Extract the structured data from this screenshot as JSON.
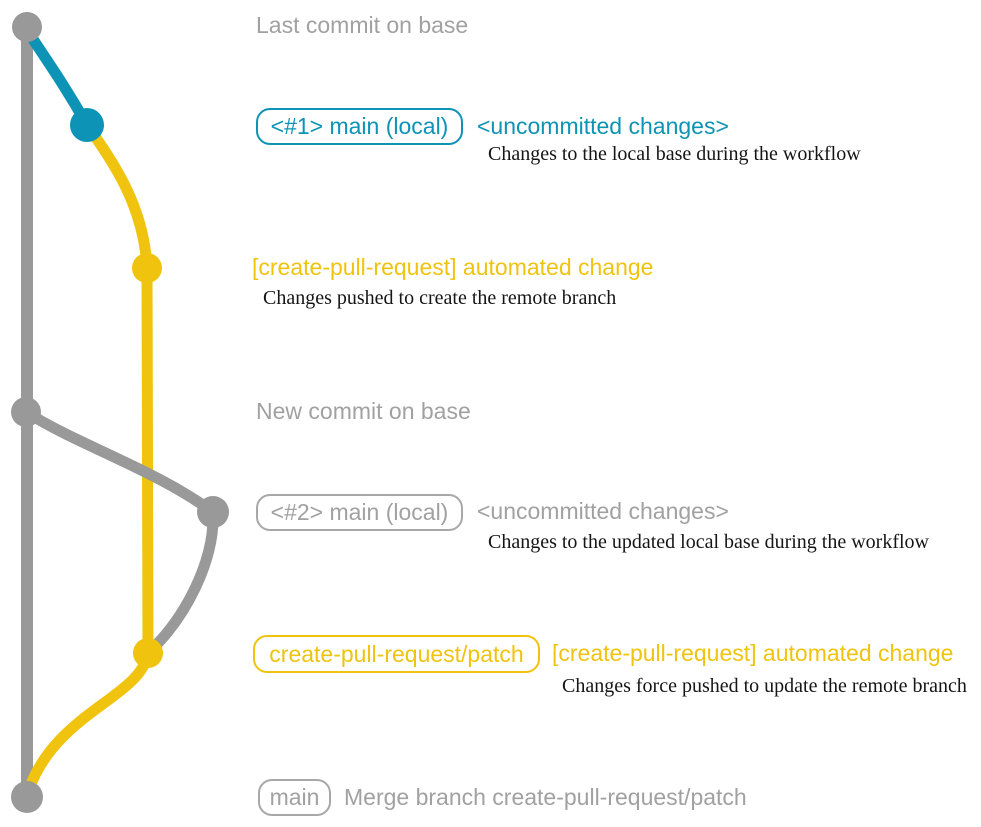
{
  "colors": {
    "gray_line": "#999999",
    "gray_text": "#a1a1a1",
    "blue": "#0d93b5",
    "yellow": "#f0c30e",
    "description_text": "#151515",
    "background": "#ffffff"
  },
  "graph": {
    "type": "git-branch-diagram",
    "branches": [
      {
        "name": "base",
        "color": "#999999"
      },
      {
        "name": "main (local)",
        "color": "#0d93b5"
      },
      {
        "name": "create-pull-request/patch",
        "color": "#f0c30e"
      }
    ],
    "commits": [
      {
        "id": "base-1",
        "color": "#999999",
        "note": "Last commit on base"
      },
      {
        "id": "main-local-1",
        "color": "#0d93b5",
        "note": "<#1> main (local) <uncommitted changes>"
      },
      {
        "id": "automated-1",
        "color": "#f0c30e",
        "note": "[create-pull-request] automated change"
      },
      {
        "id": "base-2",
        "color": "#999999",
        "note": "New commit on base"
      },
      {
        "id": "main-local-2",
        "color": "#999999",
        "note": "<#2> main (local) <uncommitted changes>"
      },
      {
        "id": "automated-2",
        "color": "#f0c30e",
        "note": "create-pull-request/patch [create-pull-request] automated change"
      },
      {
        "id": "merge",
        "color": "#999999",
        "note": "main Merge branch create-pull-request/patch"
      }
    ]
  },
  "annotations": {
    "last_commit": "Last commit on base",
    "branch1_badge": "<#1> main (local)",
    "branch1_title": "<uncommitted changes>",
    "branch1_desc": "Changes to the local base during the workflow",
    "auto1_title": "[create-pull-request] automated change",
    "auto1_desc": "Changes pushed to create the remote branch",
    "new_commit": "New commit on base",
    "branch2_badge": "<#2> main (local)",
    "branch2_title": "<uncommitted changes>",
    "branch2_desc": "Changes to the updated local base during the workflow",
    "patch_badge": "create-pull-request/patch",
    "auto2_title": "[create-pull-request] automated change",
    "auto2_desc": "Changes force pushed to update the remote branch",
    "merge_badge": "main",
    "merge_title": "Merge branch create-pull-request/patch"
  }
}
